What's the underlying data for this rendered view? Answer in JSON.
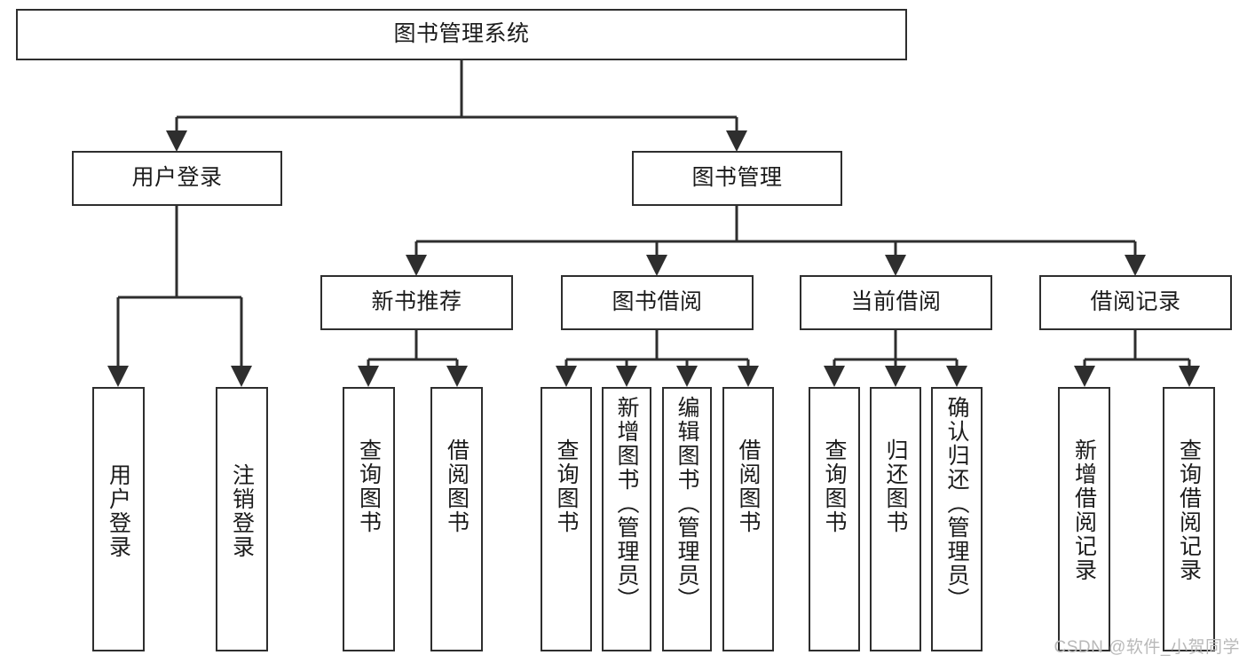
{
  "diagram": {
    "type": "tree",
    "title": "图书管理系统",
    "theme": {
      "background": "#ffffff",
      "box_border": "#2e2e2e",
      "box_fill": "#ffffff",
      "text": "#1b1b1b",
      "edge": "#2e2e2e",
      "watermark": "#b9b9b9"
    },
    "root": {
      "label": "图书管理系统"
    },
    "level2": [
      {
        "label": "用户登录"
      },
      {
        "label": "图书管理"
      }
    ],
    "level3": [
      {
        "label": "新书推荐"
      },
      {
        "label": "图书借阅"
      },
      {
        "label": "当前借阅"
      },
      {
        "label": "借阅记录"
      }
    ],
    "leaves": {
      "user_login": [
        {
          "label": "用户登录"
        },
        {
          "label": "注销登录"
        }
      ],
      "new_book": [
        {
          "label": "查询图书"
        },
        {
          "label": "借阅图书"
        }
      ],
      "borrow": [
        {
          "label": "查询图书"
        },
        {
          "label": "新增图书（管理员）"
        },
        {
          "label": "编辑图书（管理员）"
        },
        {
          "label": "借阅图书"
        }
      ],
      "current": [
        {
          "label": "查询图书"
        },
        {
          "label": "归还图书"
        },
        {
          "label": "确认归还（管理员）"
        }
      ],
      "records": [
        {
          "label": "新增借阅记录"
        },
        {
          "label": "查询借阅记录"
        }
      ]
    }
  },
  "watermark": {
    "text": "CSDN @软件_小贺同学"
  }
}
